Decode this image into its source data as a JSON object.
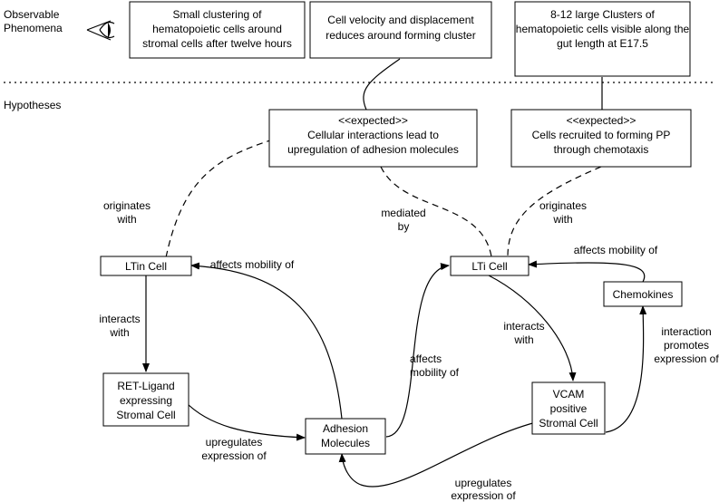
{
  "sections": {
    "observable_line1": "Observable",
    "observable_line2": "Phenomena",
    "hypotheses": "Hypotheses"
  },
  "observations": [
    {
      "lines": [
        "Small clustering of",
        "hematopoietic cells around",
        "stromal cells after twelve hours"
      ]
    },
    {
      "lines": [
        "Cell velocity and displacement",
        "reduces around forming cluster"
      ]
    },
    {
      "lines": [
        "8-12 large Clusters of",
        "hematopoietic cells visible along the",
        "gut length at E17.5"
      ]
    }
  ],
  "hypotheses": [
    {
      "lines": [
        "<<expected>>",
        "Cellular interactions lead to",
        "upregulation of adhesion molecules"
      ]
    },
    {
      "lines": [
        "<<expected>>",
        "Cells recruited to forming PP",
        "through chemotaxis"
      ]
    }
  ],
  "entities": {
    "ltin": {
      "lines": [
        "LTin Cell"
      ]
    },
    "lti": {
      "lines": [
        "LTi Cell"
      ]
    },
    "chemokines": {
      "lines": [
        "Chemokines"
      ]
    },
    "ret": {
      "lines": [
        "RET-Ligand",
        "expressing",
        "Stromal Cell"
      ]
    },
    "adhesion": {
      "lines": [
        "Adhesion",
        "Molecules"
      ]
    },
    "vcam": {
      "lines": [
        "VCAM",
        "positive",
        "Stromal Cell"
      ]
    }
  },
  "edge_labels": {
    "originates_left": [
      "originates",
      "with"
    ],
    "mediated": [
      "mediated",
      "by"
    ],
    "originates_right": [
      "originates",
      "with"
    ],
    "affects_ltin": [
      "affects mobility of"
    ],
    "affects_lti_chemo": [
      "affects mobility of"
    ],
    "affects_lti_adh": [
      "affects",
      "mobility of"
    ],
    "interacts_ltin": [
      "interacts",
      "with"
    ],
    "interacts_lti": [
      "interacts",
      "with"
    ],
    "interaction_promotes": [
      "interaction",
      "promotes",
      "expression of"
    ],
    "upregulates_ret": [
      "upregulates",
      "expression of"
    ],
    "upregulates_vcam": [
      "upregulates",
      "expression of"
    ]
  }
}
